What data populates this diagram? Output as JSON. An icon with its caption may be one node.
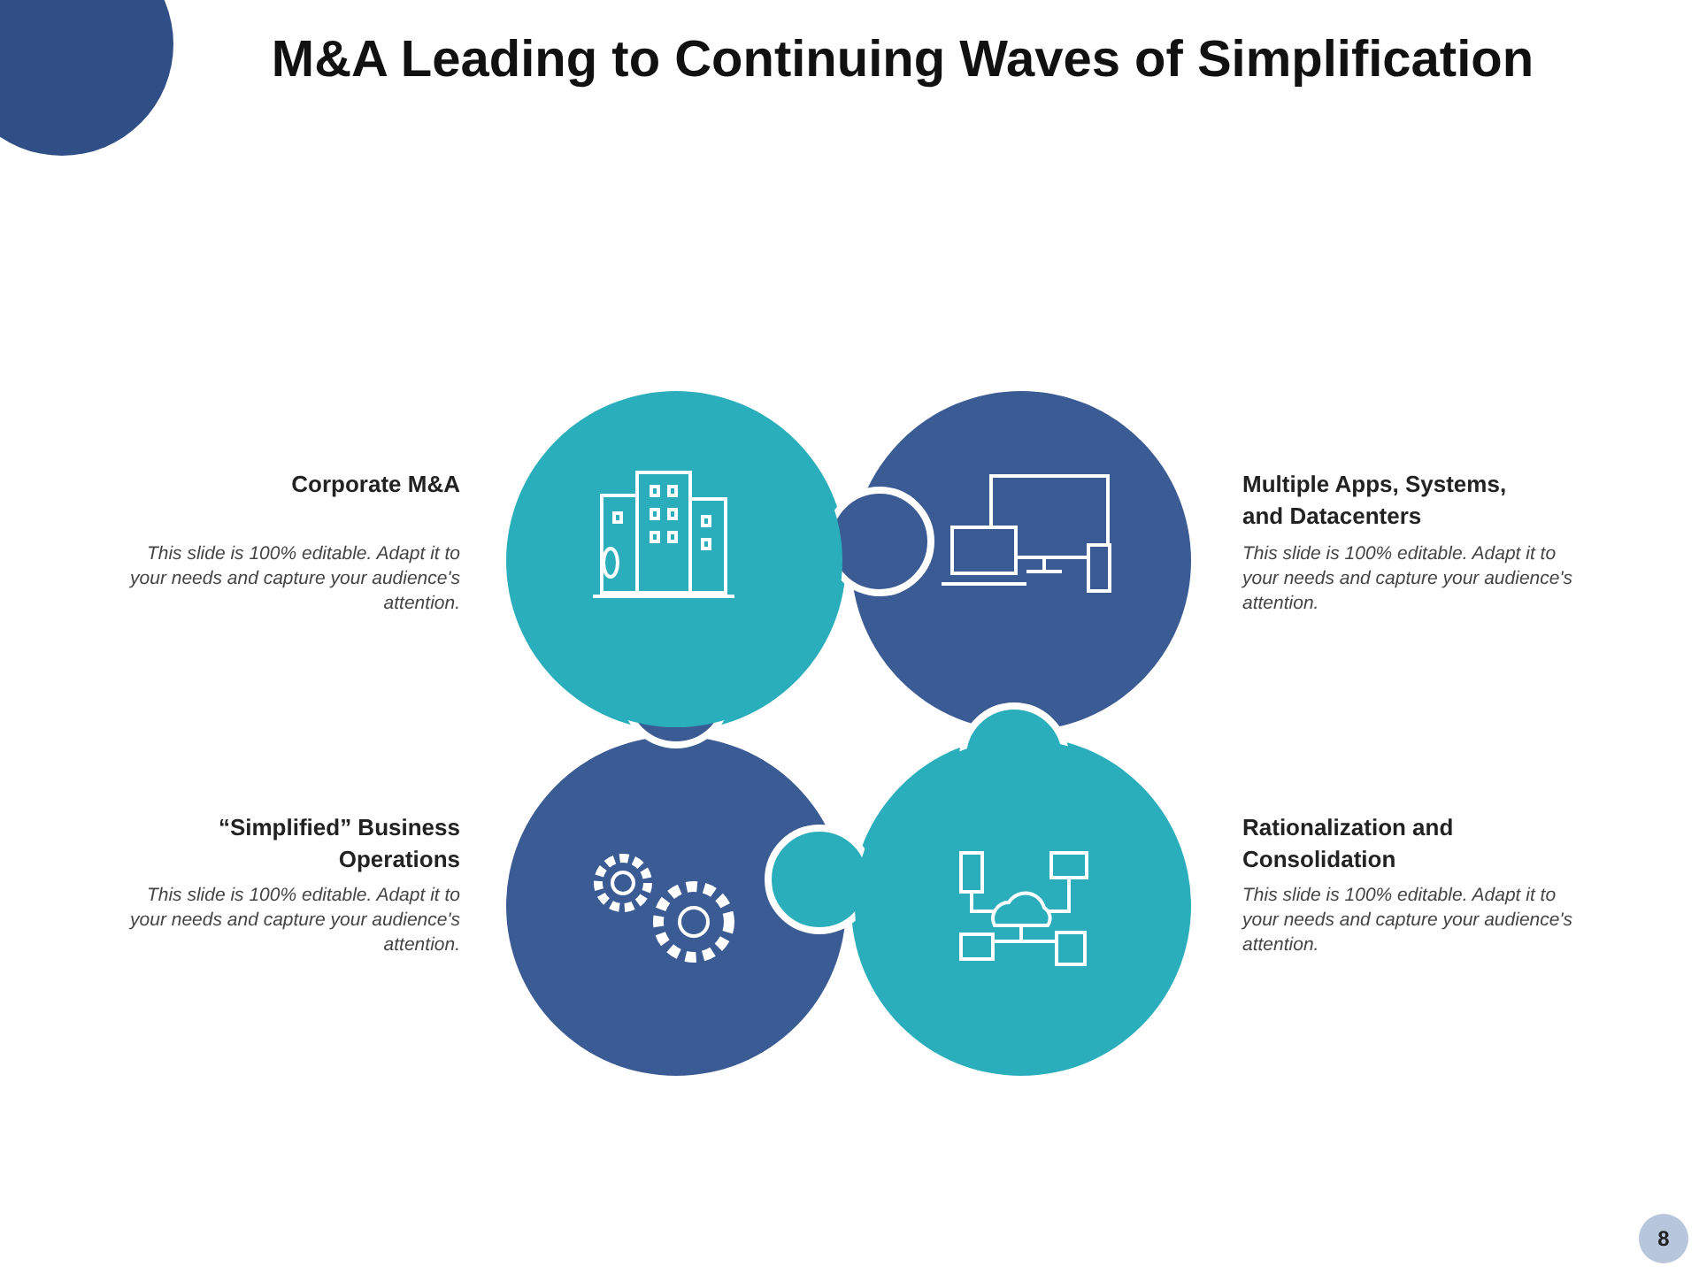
{
  "diagram": {
    "title": "M&A Leading to Continuing Waves of Simplification",
    "labels": [
      "Corporate M&A",
      "This slide is 100% editable. Adapt it to your needs and capture your audience's attention.",
      "Multiple Apps, Systems, and Datacenters",
      "This slide is 100% editable. Adapt it to your needs and capture your audience's attention.",
      "“Simplified” Business Operations",
      "This slide is 100% editable. Adapt it to your needs and capture your audience's attention.",
      "Rationalization and Consolidation",
      "This slide is 100% editable. Adapt it to your needs and capture your audience's attention.",
      "8"
    ]
  }
}
